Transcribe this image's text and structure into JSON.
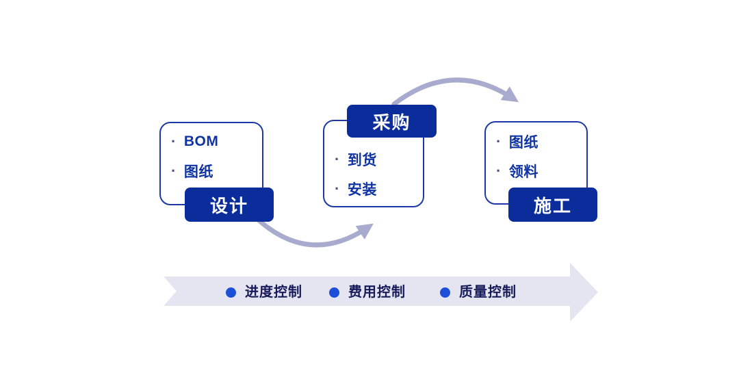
{
  "palette": {
    "deep_blue": "#0b2d9c",
    "border_blue": "#1c38a6",
    "item_text_blue": "#0f33a2",
    "bullet_gray": "#4b567f",
    "arrow_gray": "#a9abce",
    "band_bg": "#e5e5f2",
    "band_text": "#171b59",
    "dot_blue": "#1d4fd8",
    "label_text": "#ffffff"
  },
  "bullet_char": "·",
  "stages": [
    {
      "label": "设计",
      "label_position": "bottom-right",
      "items": [
        "BOM",
        "图纸"
      ]
    },
    {
      "label": "采购",
      "label_position": "top",
      "items": [
        "到货",
        "安装"
      ]
    },
    {
      "label": "施工",
      "label_position": "bottom-right",
      "items": [
        "图纸",
        "领料"
      ]
    }
  ],
  "arrows": [
    {
      "name": "design-to-procurement",
      "direction": "up-right"
    },
    {
      "name": "procurement-to-construction",
      "direction": "down-right"
    }
  ],
  "controls": [
    {
      "label": "进度控制"
    },
    {
      "label": "费用控制"
    },
    {
      "label": "质量控制"
    }
  ]
}
